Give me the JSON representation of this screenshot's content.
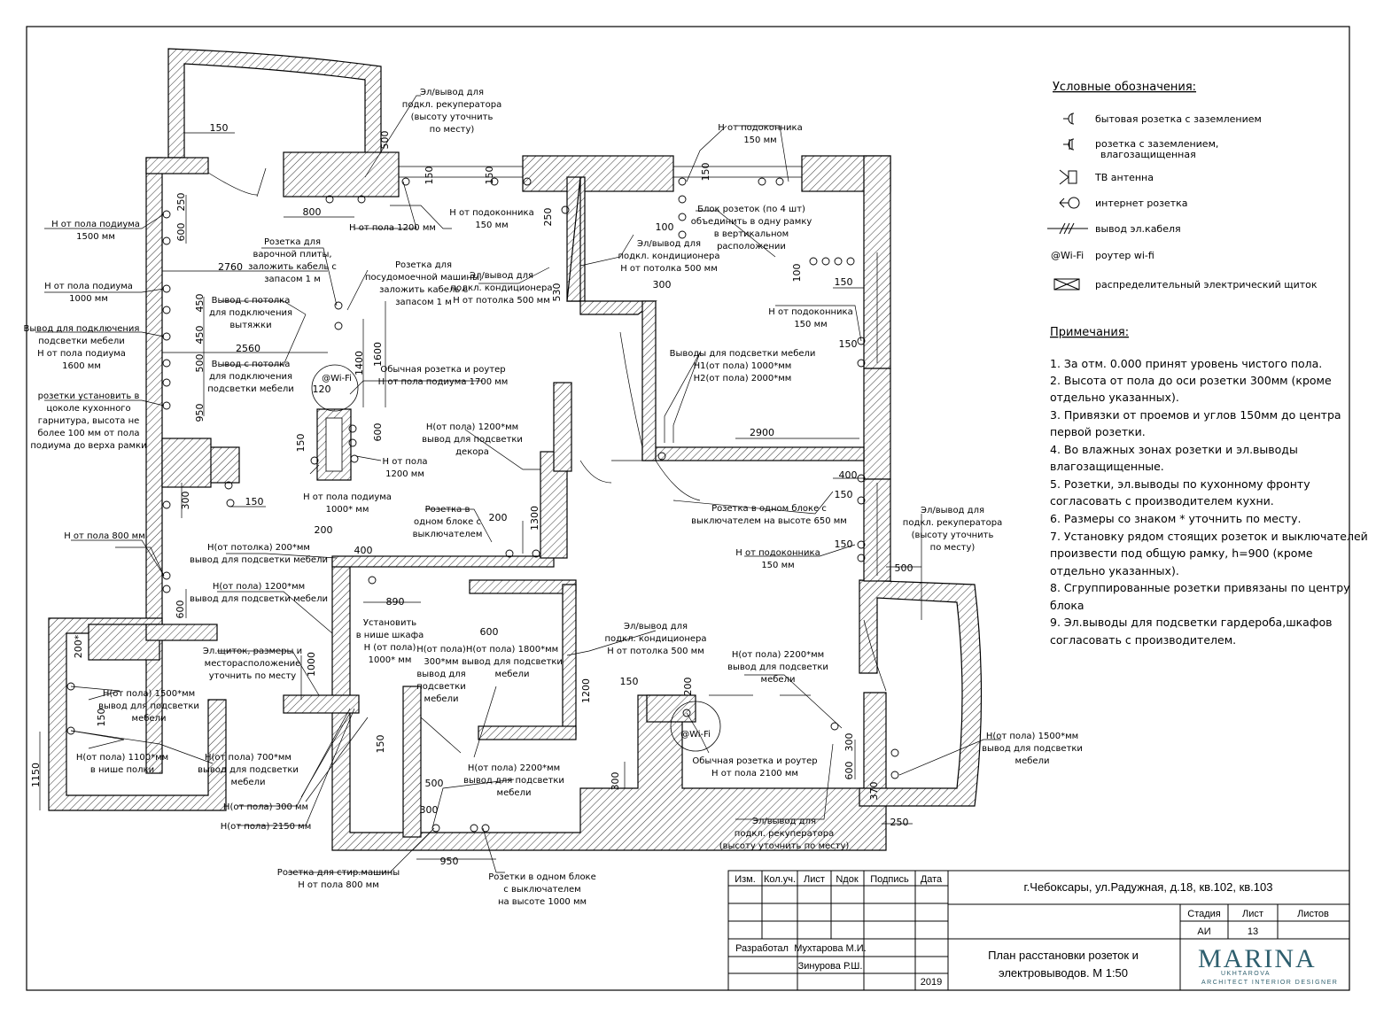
{
  "legend": {
    "title": "Условные обозначения:",
    "items": [
      {
        "icon": "socket-icon",
        "label": "бытовая розетка с заземлением"
      },
      {
        "icon": "waterproof-socket-icon",
        "label": "розетка с заземлением,",
        "label2": "влагозащищенная"
      },
      {
        "icon": "tv-antenna-icon",
        "label": "ТВ антенна"
      },
      {
        "icon": "internet-socket-icon",
        "label": "интернет розетка"
      },
      {
        "icon": "cable-outlet-icon",
        "label": "вывод эл.кабеля"
      },
      {
        "icon": "wifi-router-icon",
        "icon_text": "@Wi-Fi",
        "label": "роутер wi-fi"
      },
      {
        "icon": "distribution-board-icon",
        "label": "распределительный электрический щиток"
      }
    ]
  },
  "notes": {
    "title": "Примечания:",
    "lines": [
      "1. За отм. 0.000 принят уровень чистого пола.",
      "2. Высота от пола до оси розетки 300мм (кроме",
      "отдельно указанных).",
      "3. Привязки от проемов и углов 150мм до центра",
      "первой розетки.",
      "4. Во влажных зонах розетки и эл.выводы",
      "влагозащищенные.",
      "5. Розетки, эл.выводы по кухонному фронту",
      "согласовать с производителем кухни.",
      "6. Размеры со знаком * уточнить по месту.",
      "7. Установку рядом стоящих розеток и выключателей",
      "произвести под общую рамку, h=900 (кроме",
      "отдельно указанных).",
      "8. Сгруппированные розетки привязаны по центру",
      "блока",
      "9. Эл.выводы для подсветки гардероба,шкафов",
      "согласовать с производителем."
    ]
  },
  "plan_labels": {
    "recuperator_top": [
      "Эл/вывод для",
      "подкл. рекуператора",
      "(высоту уточнить",
      "по месту)"
    ],
    "podium_1500": [
      "Н от пола подиума",
      "1500 мм"
    ],
    "podium_1000": [
      "Н от пола подиума",
      "1000 мм"
    ],
    "furniture_light": [
      "Вывод для подключения",
      "подсветки мебели",
      "Н от пола подиума",
      "1600 мм"
    ],
    "kitchen_sockets": [
      "розетки установить в",
      "цоколе кухонного",
      "гарнитура, высота не",
      "более 100 мм от пола",
      "подиума до верха рамки"
    ],
    "floor_800": "Н от пола 800 мм",
    "floor_1200": "Н от пола 1200 мм",
    "sill_150_a": [
      "Н от подоконника",
      "150 мм"
    ],
    "sill_150_b": [
      "Н от подоконника",
      "150 мм"
    ],
    "sill_150_c": [
      "Н от подоконника",
      "150 мм"
    ],
    "sill_150_d": [
      "Н от подоконника",
      "150 мм"
    ],
    "hob": [
      "Розетка для",
      "варочной плиты,",
      "заложить кабель с",
      "запасом 1 м"
    ],
    "dishwasher": [
      "Розетка для",
      "посудомоечной машины,",
      "заложить кабель с",
      "запасом 1 м"
    ],
    "hood": [
      "Вывод с потолка",
      "для подключения",
      "вытяжки"
    ],
    "ceiling_furniture": [
      "Вывод с потолка",
      "для подключения",
      "подсветки мебели"
    ],
    "router_1700": [
      "Обычная розетка и роутер",
      "Н от пола подиума 1700 мм"
    ],
    "wifi_a": "@Wi-Fi",
    "wifi_b": "@Wi-Fi",
    "ac_1": [
      "Эл/вывод для",
      "подкл. кондиционера",
      "Н от потолка 500 мм"
    ],
    "ac_2": [
      "Эл/вывод для",
      "подкл. кондиционера",
      "Н от потолка 500 мм"
    ],
    "ac_3": [
      "Эл/вывод для",
      "подкл. кондиционера",
      "Н от потолка 500 мм"
    ],
    "block4": [
      "Блок розеток (по 4 шт)",
      "объединить в одну рамку",
      "в вертикальном",
      "расположении"
    ],
    "furniture_h1h2": [
      "Выводы для подсветки мебели",
      "Н1(от пола) 1000*мм",
      "Н2(от пола) 2000*мм"
    ],
    "decor": [
      "Н(от пола) 1200*мм",
      "вывод для подсветки",
      "декора"
    ],
    "floor_1200_b": [
      "Н от пола",
      "1200 мм"
    ],
    "podium_1000_b": [
      "Н от пола подиума",
      "1000* мм"
    ],
    "block_switch_a": [
      "Розетка в",
      "одном блоке с",
      "выключателем"
    ],
    "block_650": [
      "Розетка в одном блоке с",
      "выключателем на высоте 650 мм"
    ],
    "ceil_200": [
      "Н(от потолка) 200*мм",
      "вывод для подсветки мебели"
    ],
    "floor_1200_c": [
      "Н(от пола) 1200*мм",
      "вывод для подсветки мебели"
    ],
    "shield": [
      "Эл.щиток, размеры и",
      "месторасположение",
      "уточнить по месту"
    ],
    "niche_1000": [
      "Установить",
      "в нише шкафа",
      "Н (от пола)",
      "1000* мм"
    ],
    "h300": [
      "Н(от пола)",
      "300*мм",
      "вывод для",
      "подсветки",
      "мебели"
    ],
    "h1800": [
      "Н(от пола) 1800*мм",
      "вывод для подсветки",
      "мебели"
    ],
    "h1500_left": [
      "Н(от пола) 1500*мм",
      "вывод для подсветки",
      "мебели"
    ],
    "h1100": [
      "Н(от пола) 1100*мм",
      "в нише полки"
    ],
    "h700": [
      "Н(от пола) 700*мм",
      "вывод для подсветки",
      "мебели"
    ],
    "h300_b": "Н(от пола) 300 мм",
    "h2150": "Н(от пола) 2150 мм",
    "h2200_a": [
      "Н(от пола) 2200*мм",
      "вывод для подсветки",
      "мебели"
    ],
    "h2200_b": [
      "Н(от пола) 2200*мм",
      "вывод для подсветки",
      "мебели"
    ],
    "router_2100": [
      "Обычная розетка и роутер",
      "Н от пола 2100 мм"
    ],
    "recuperator_bottom": [
      "Эл/вывод для",
      "подкл. рекуператора",
      "(высоту уточнить по месту)"
    ],
    "recuperator_right": [
      "Эл/вывод для",
      "подкл. рекуператора",
      "(высоту уточнить",
      "по месту)"
    ],
    "h1500_right": [
      "Н(от пола) 1500*мм",
      "вывод для подсветки",
      "мебели"
    ],
    "washer": [
      "Розетка для стир.машины",
      "Н от пола 800 мм"
    ],
    "block_1000": [
      "Розетки в одном блоке",
      "с выключателем",
      "на высоте 1000 мм"
    ]
  },
  "dims": {
    "d150_top": "150",
    "d250": "250",
    "d600_a": "600",
    "d800": "800",
    "d150_b": "150",
    "d500_top": "500",
    "d150_c": "150",
    "d250_b": "250",
    "d150_d": "150",
    "d100": "100",
    "d300_a": "300",
    "d530": "530",
    "d2760": "2760",
    "d450_a": "450",
    "d450_b": "450",
    "d2560": "2560",
    "d500_b": "500",
    "d950": "950",
    "d1400": "1400",
    "d1600": "1600",
    "d120": "120",
    "d600_b": "600",
    "d150_e": "150",
    "d100_b": "100",
    "d150_f": "150",
    "d150_g": "150",
    "d2900": "2900",
    "d400_a": "400",
    "d150_h": "150",
    "d150_i": "150",
    "d500_c": "500",
    "d200_a": "200",
    "d1300": "1300",
    "d200_b": "200",
    "d400_b": "400",
    "d890": "890",
    "d600_c": "600",
    "d600_d": "600",
    "d200_c": "200*",
    "d150_j": "150",
    "d1000": "1000",
    "d150_k": "150",
    "d1150": "1150",
    "d1200": "1200",
    "d150_l": "150",
    "d200_d": "200",
    "d300_b": "300",
    "d600_e": "600",
    "d300_c": "300",
    "d500_d": "500",
    "d300_d": "300",
    "d950_b": "950",
    "d370": "370",
    "d250_c": "250"
  },
  "title_block": {
    "headers": [
      "Изм.",
      "Кол.уч.",
      "Лист",
      "Nдок",
      "Подпись",
      "Дата"
    ],
    "address": "г.Чебоксары, ул.Радужная, д.18, кв.102, кв.103",
    "stage_label": "Стадия",
    "sheet_label": "Лист",
    "sheets_label": "Листов",
    "stage": "АИ",
    "sheet": "13",
    "role": "Разработал",
    "author1": "Мухтарова М.И.",
    "author2": "Зинурова Р.Ш.",
    "year": "2019",
    "drawing_title_1": "План расстановки розеток и",
    "drawing_title_2": "электровыводов. М 1:50",
    "logo_main": "MARINA",
    "logo_sub": "UKHTAROVA",
    "logo_tag": "ARCHITECT  INTERIOR DESIGNER"
  }
}
